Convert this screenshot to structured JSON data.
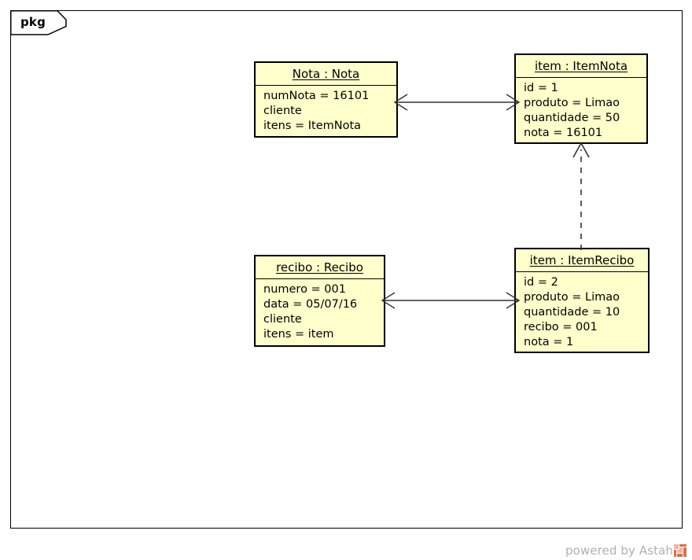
{
  "frame": {
    "label": "pkg",
    "border_color": "#000000"
  },
  "theme": {
    "box_fill": "#ffffcc",
    "box_border": "#000000",
    "line_color": "#333333",
    "watermark_text_color": "#b0b0b0",
    "watermark_logo_color": "#e8956b"
  },
  "objects": [
    {
      "id": "nota",
      "title": "Nota : Nota",
      "attributes": [
        "numNota = 16101",
        "cliente",
        "itens = ItemNota"
      ]
    },
    {
      "id": "itemnota",
      "title": "item : ItemNota",
      "attributes": [
        "id = 1",
        "produto = Limao",
        "quantidade = 50",
        "nota = 16101"
      ]
    },
    {
      "id": "recibo",
      "title": "recibo : Recibo",
      "attributes": [
        "numero = 001",
        "data = 05/07/16",
        "cliente",
        "itens = item"
      ]
    },
    {
      "id": "itemrecibo",
      "title": "item : ItemRecibo",
      "attributes": [
        "id = 2",
        "produto = Limao",
        "quantidade = 10",
        "recibo = 001",
        "nota = 1"
      ]
    }
  ],
  "connections": [
    {
      "id": "link-nota-itemnota",
      "from": "nota",
      "to": "itemnota",
      "style": "solid",
      "arrows": "both",
      "label": ""
    },
    {
      "id": "link-recibo-itemrecibo",
      "from": "recibo",
      "to": "itemrecibo",
      "style": "solid",
      "arrows": "both",
      "label": ""
    },
    {
      "id": "dep-itemrecibo-itemnota",
      "from": "itemrecibo",
      "to": "itemnota",
      "style": "dashed",
      "arrows": "to",
      "label": ""
    }
  ],
  "watermark": {
    "text": "powered by Astah",
    "logo_icon": "astah-logo-icon"
  }
}
